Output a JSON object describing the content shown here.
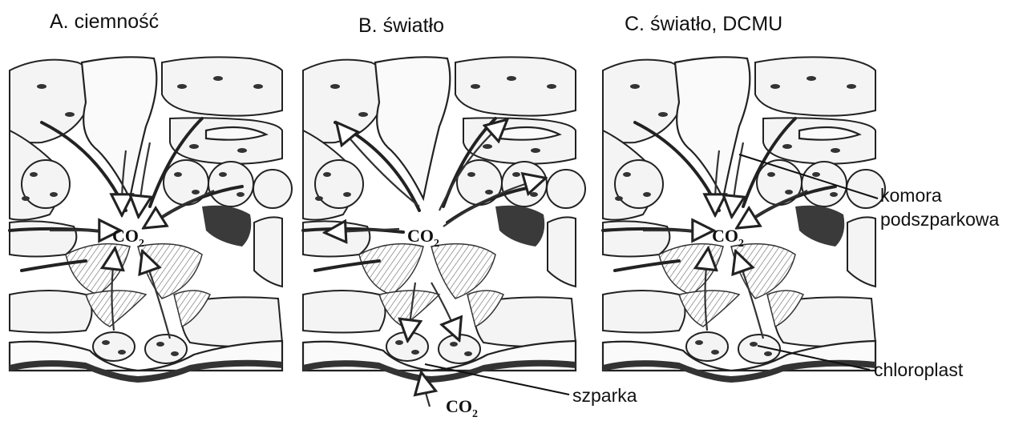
{
  "panels": [
    {
      "title": "A. ciemność",
      "co2_label": "CO",
      "co2_sub": "2"
    },
    {
      "title": "B. światło",
      "co2_label": "CO",
      "co2_sub": "2",
      "co2_outside_label": "CO",
      "co2_outside_sub": "2"
    },
    {
      "title": "C. światło, DCMU",
      "co2_label": "CO",
      "co2_sub": "2"
    }
  ],
  "callouts": {
    "komora_line1": "komora",
    "komora_line2": "podszparkowa",
    "chloroplast": "chloroplast",
    "szparka": "szparka"
  }
}
